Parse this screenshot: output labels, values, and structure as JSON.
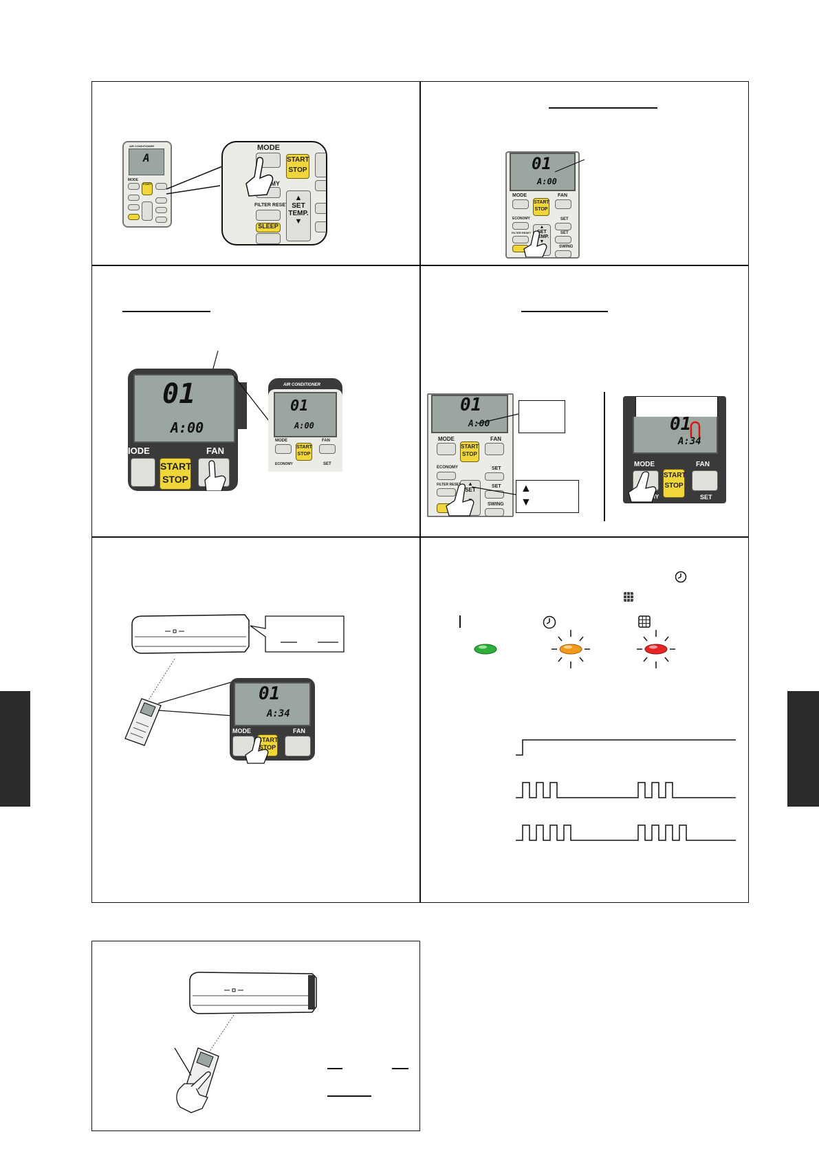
{
  "remote": {
    "mode": "MODE",
    "fan": "FAN",
    "start": "START",
    "stop": "STOP",
    "economy": "ECONOMY",
    "economy_cut": "NOMY",
    "filter_reset": "FILTER RESET",
    "set_temp": "SET",
    "set_temp2": "TEMP.",
    "sleep": "SLEEP",
    "set": "SET",
    "swing": "SWING",
    "air_conditioner": "AIR CONDITIONER",
    "mode_cut": "IODE",
    "economy_cut2": "ONOMY"
  },
  "displays": {
    "a": "A",
    "code_01": "01",
    "a00": "A:00",
    "a34": "A:34"
  },
  "colors": {
    "green_led": "#2fae3a",
    "orange_led": "#f29a1c",
    "red_led": "#e52626",
    "button_yellow": "#f0d63a",
    "lcd": "#9ca6a0"
  }
}
